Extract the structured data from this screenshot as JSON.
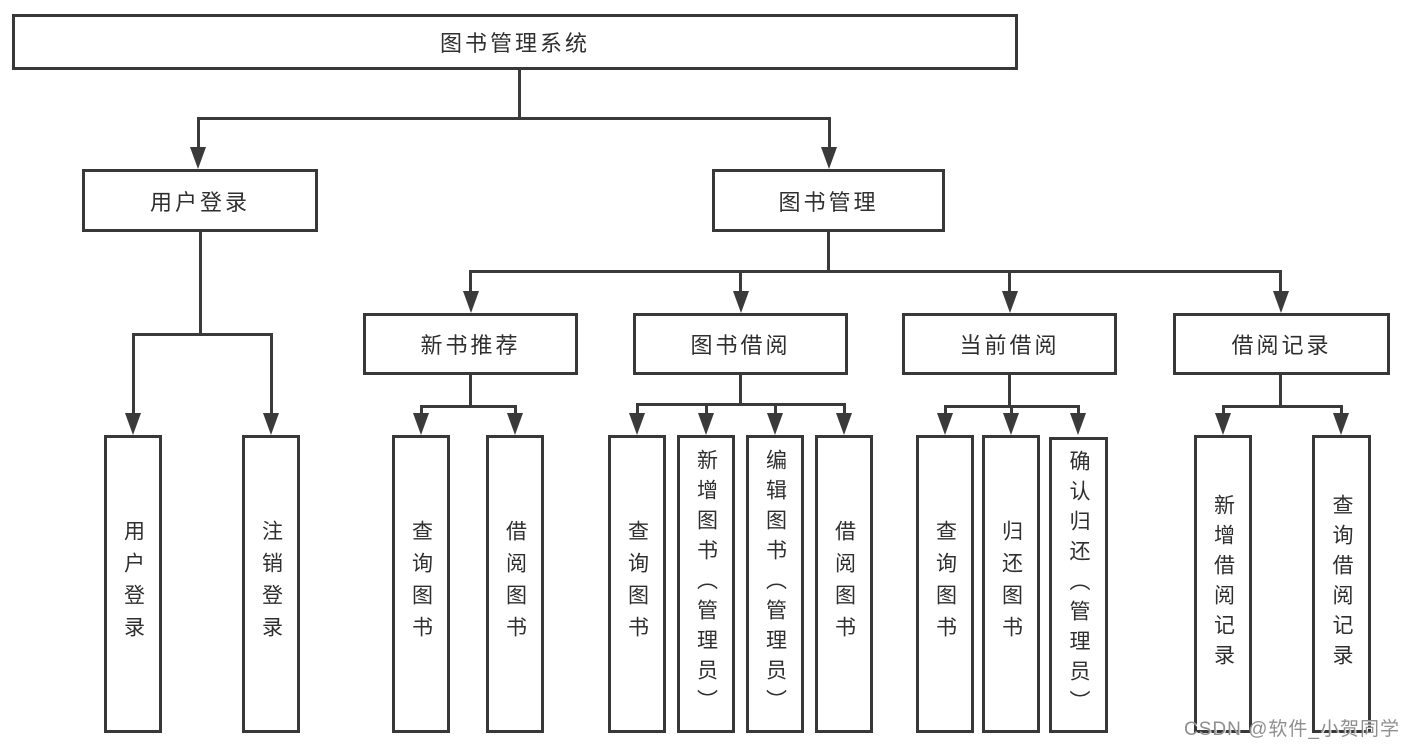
{
  "diagram": {
    "root_label": "图书管理系统",
    "branches": [
      {
        "label": "用户登录",
        "children": [
          "用户登录",
          "注销登录"
        ]
      },
      {
        "label": "图书管理",
        "groups": [
          {
            "label": "新书推荐",
            "children": [
              "查询图书",
              "借阅图书"
            ]
          },
          {
            "label": "图书借阅",
            "children": [
              "查询图书",
              "新增图书（管理员）",
              "编辑图书（管理员）",
              "借阅图书"
            ]
          },
          {
            "label": "当前借阅",
            "children": [
              "查询图书",
              "归还图书",
              "确认归还（管理员）"
            ]
          },
          {
            "label": "借阅记录",
            "children": [
              "新增借阅记录",
              "查询借阅记录"
            ]
          }
        ]
      }
    ]
  },
  "watermark": {
    "text": "CSDN @软件_小贺同学"
  },
  "colors": {
    "line": "#3a3a3a",
    "box_border": "#383838",
    "text": "#2f2f2f",
    "watermark": "#8f8f8f",
    "background": "#ffffff"
  }
}
